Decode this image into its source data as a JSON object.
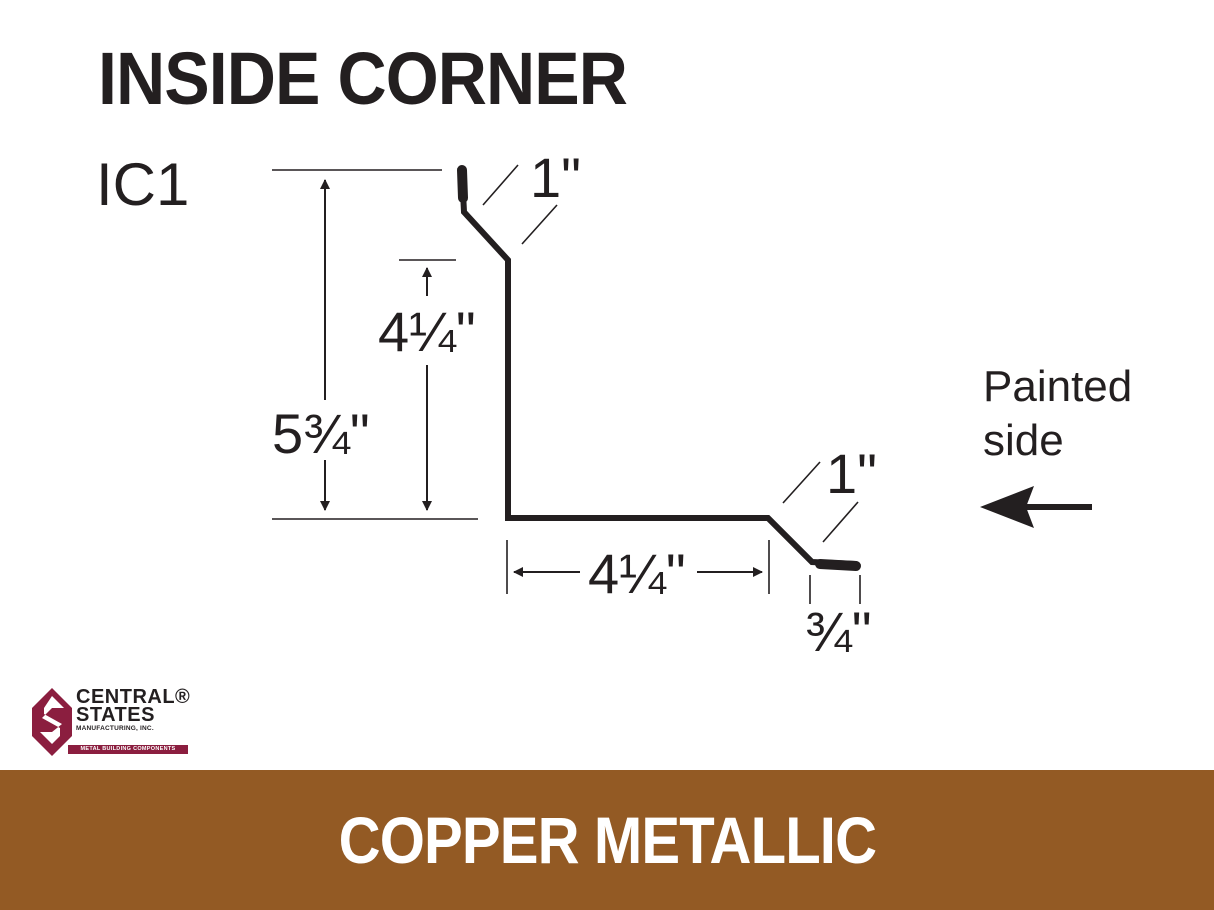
{
  "header": {
    "title": "INSIDE CORNER",
    "code": "IC1"
  },
  "dimensions": {
    "top_lip": "1\"",
    "overall_height": "5¾\"",
    "inner_height": "4¼\"",
    "bottom_width": "4¼\"",
    "bottom_lip": "1\"",
    "hem": "¾\""
  },
  "annotation": {
    "painted_line1": "Painted",
    "painted_line2": "side",
    "arrow_icon": "arrow-left"
  },
  "logo": {
    "line1": "CENTRAL®",
    "line2": "STATES",
    "line3": "MANUFACTURING, INC.",
    "tagline": "METAL BUILDING COMPONENTS",
    "brand_color": "#8b1e3f"
  },
  "footer": {
    "color_name": "COPPER METALLIC",
    "background": "#935a24"
  }
}
